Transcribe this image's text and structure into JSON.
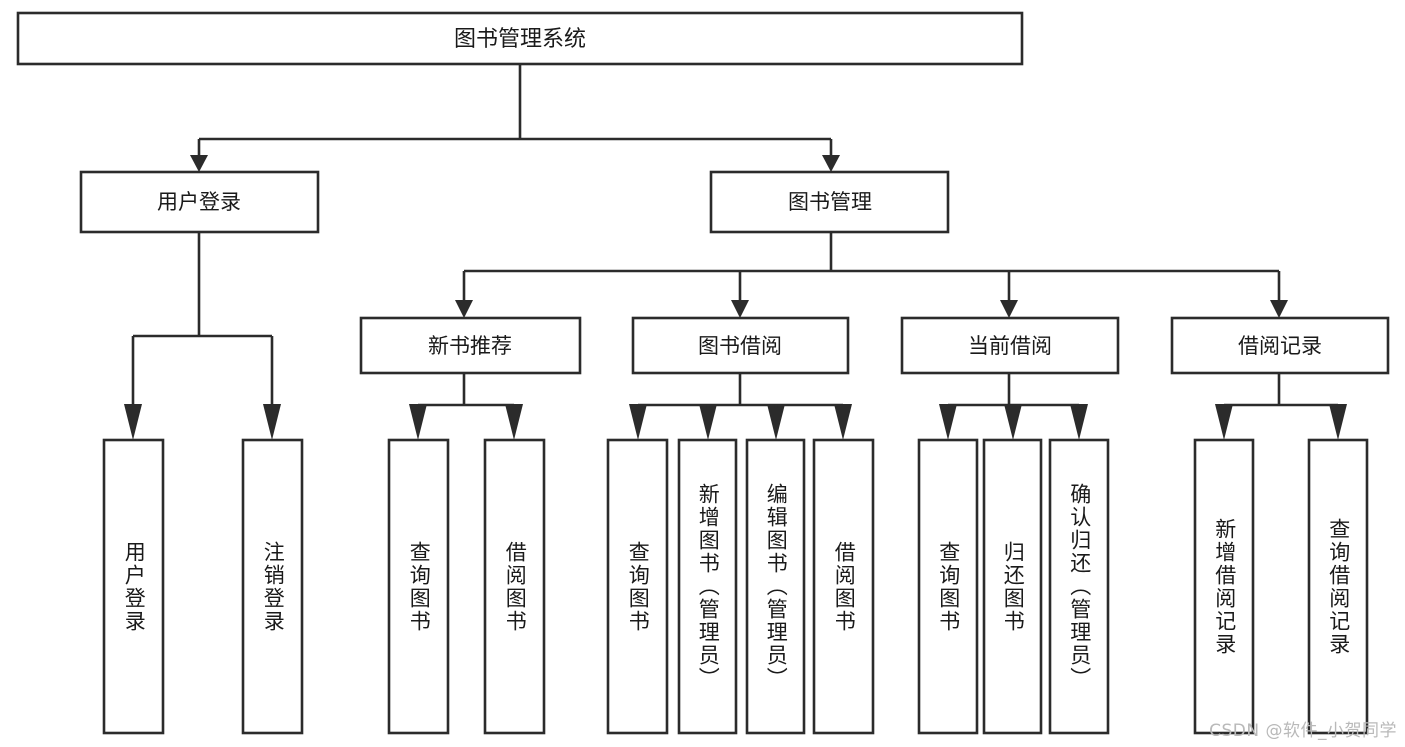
{
  "diagram": {
    "title": "图书管理系统",
    "type": "tree-hierarchy",
    "root": {
      "label": "图书管理系统"
    },
    "level1": [
      {
        "label": "用户登录"
      },
      {
        "label": "图书管理"
      }
    ],
    "level2": [
      {
        "label": "新书推荐",
        "parent": "图书管理"
      },
      {
        "label": "图书借阅",
        "parent": "图书管理"
      },
      {
        "label": "当前借阅",
        "parent": "图书管理"
      },
      {
        "label": "借阅记录",
        "parent": "图书管理"
      }
    ],
    "leaves": {
      "user_login": [
        {
          "label": "用户登录"
        },
        {
          "label": "注销登录"
        }
      ],
      "new_book_recommend": [
        {
          "label": "查询图书"
        },
        {
          "label": "借阅图书"
        }
      ],
      "book_borrow": [
        {
          "label": "查询图书"
        },
        {
          "label": "新增图书（管理员）"
        },
        {
          "label": "编辑图书（管理员）"
        },
        {
          "label": "借阅图书"
        }
      ],
      "current_borrow": [
        {
          "label": "查询图书"
        },
        {
          "label": "归还图书"
        },
        {
          "label": "确认归还（管理员）"
        }
      ],
      "borrow_record": [
        {
          "label": "新增借阅记录"
        },
        {
          "label": "查询借阅记录"
        }
      ]
    }
  },
  "watermark": {
    "text": "CSDN @软件_小贺同学"
  },
  "colors": {
    "stroke": "#2b2b2b",
    "fill": "#ffffff",
    "text": "#1a1a1a",
    "watermark": "#b9b9b9"
  }
}
